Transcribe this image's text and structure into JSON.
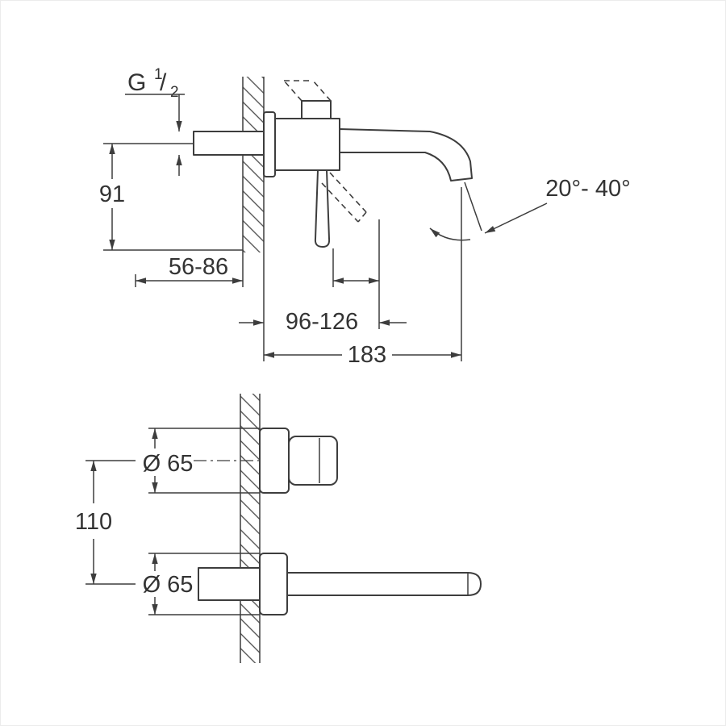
{
  "colors": {
    "background": "#ffffff",
    "line": "#3d3d3d",
    "text": "#333333",
    "frame": "#ececec"
  },
  "side_view": {
    "thread": {
      "prefix": "G",
      "numerator": "1",
      "slash": "/",
      "denominator": "2"
    },
    "dims": {
      "height": "91",
      "depth_range": "56-86",
      "handle_range": "96-126",
      "reach": "183",
      "angle_range": "20°- 40°"
    }
  },
  "front_view": {
    "dims": {
      "top_diameter": "Ø 65",
      "hole_spacing": "110",
      "bottom_diameter": "Ø 65"
    }
  }
}
